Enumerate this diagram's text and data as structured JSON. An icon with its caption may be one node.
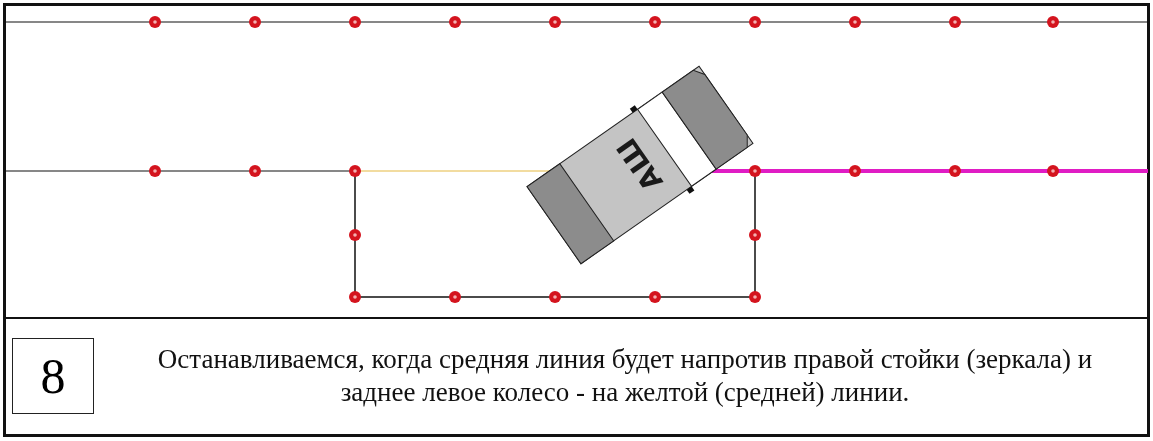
{
  "diagram": {
    "caption": "Останавливаемся, когда средняя линия будет напротив правой стойки (зеркала) и заднее левое колесо - на желтой (средней) линии.",
    "nodes": [
      {
        "text": [
          "8"
        ]
      }
    ],
    "labels": [
      "АШ"
    ]
  }
}
